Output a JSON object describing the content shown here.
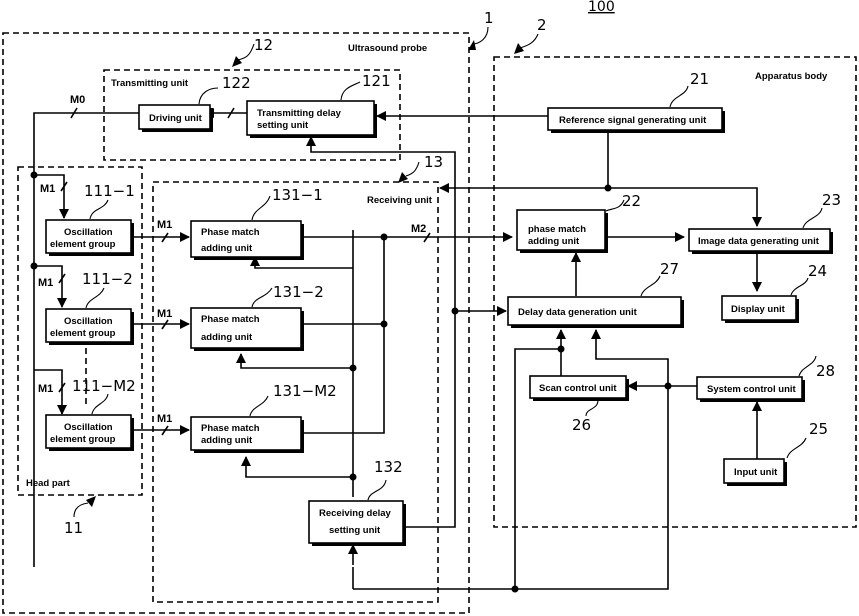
{
  "figure": {
    "number": "100"
  },
  "groups": {
    "probe": {
      "label": "Ultrasound probe",
      "ref": "1"
    },
    "body": {
      "label": "Apparatus body",
      "ref": "2"
    },
    "transmitting": {
      "label": "Transmitting unit",
      "ref": "12"
    },
    "receiving": {
      "label": "Receiving unit",
      "ref": "13"
    },
    "head": {
      "label": "Head part",
      "ref": "11"
    }
  },
  "blocks": {
    "driving": {
      "line1": "Driving unit",
      "ref": "122"
    },
    "tx_delay": {
      "line1": "Transmitting delay",
      "line2": "setting unit",
      "ref": "121"
    },
    "osc1": {
      "line1": "Oscillation",
      "line2": "element group",
      "ref": "111−1"
    },
    "osc2": {
      "line1": "Oscillation",
      "line2": "element group",
      "ref": "111−2"
    },
    "oscM2": {
      "line1": "Oscillation",
      "line2": "element group",
      "ref": "111−M2"
    },
    "pma1": {
      "line1": "Phase match",
      "line2": "adding unit",
      "ref": "131−1"
    },
    "pma2": {
      "line1": "Phase match",
      "line2": "adding unit",
      "ref": "131−2"
    },
    "pmaM2": {
      "line1": "Phase match",
      "line2": "adding unit",
      "ref": "131−M2"
    },
    "rx_delay": {
      "line1": "Receiving delay",
      "line2": "setting unit",
      "ref": "132"
    },
    "ref_signal": {
      "line1": "Reference signal generating unit",
      "ref": "21"
    },
    "body_pma": {
      "line1": "phase match",
      "line2": "adding unit",
      "ref": "22"
    },
    "image_gen": {
      "line1": "Image data generating unit",
      "ref": "23"
    },
    "display": {
      "line1": "Display unit",
      "ref": "24"
    },
    "delay_gen": {
      "line1": "Delay data generation unit",
      "ref": "27"
    },
    "scan_ctrl": {
      "line1": "Scan control unit",
      "ref": "26"
    },
    "sys_ctrl": {
      "line1": "System control unit",
      "ref": "28"
    },
    "input": {
      "line1": "Input unit",
      "ref": "25"
    }
  },
  "buses": {
    "m0": "M0",
    "m1": "M1",
    "m2": "M2"
  }
}
